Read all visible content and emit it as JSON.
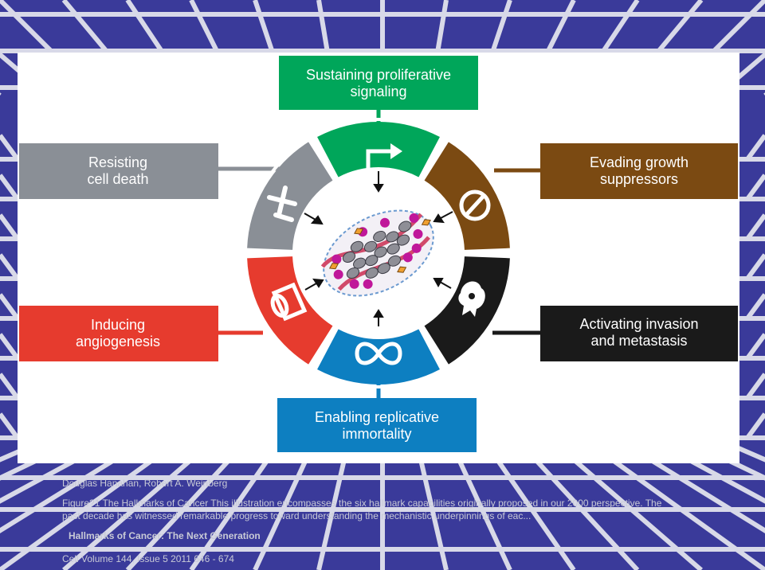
{
  "colors": {
    "slide_bg": "#3a3a9a",
    "grid": "#d8d9e8",
    "green": "#00a65a",
    "brown": "#7b4a12",
    "black": "#1a1a1a",
    "blue": "#0d7fc1",
    "red": "#e63b2e",
    "gray": "#8a8f96"
  },
  "hallmarks": [
    {
      "key": "proliferative",
      "line1": "Sustaining proliferative",
      "line2": "signaling",
      "color": "#00a65a",
      "icon": "arrow-up-right-icon"
    },
    {
      "key": "growth-suppressors",
      "line1": "Evading growth",
      "line2": "suppressors",
      "color": "#7b4a12",
      "icon": "prohibition-icon"
    },
    {
      "key": "invasion",
      "line1": "Activating invasion",
      "line2": "and metastasis",
      "color": "#1a1a1a",
      "icon": "cell-spread-icon"
    },
    {
      "key": "immortality",
      "line1": "Enabling replicative",
      "line2": "immortality",
      "color": "#0d7fc1",
      "icon": "infinity-icon"
    },
    {
      "key": "angiogenesis",
      "line1": "Inducing",
      "line2": "angiogenesis",
      "color": "#e63b2e",
      "icon": "vessel-icon"
    },
    {
      "key": "cell-death",
      "line1": "Resisting",
      "line2": "cell death",
      "color": "#8a8f96",
      "icon": "cross-icon"
    }
  ],
  "caption": {
    "authors": "Douglas Hanahan, Robert A. Weinberg",
    "figure": "Figure?1  The Hallmarks of Cancer  This illustration encompasses the six hallmark capabilities originally proposed in our 2000 perspective. The past decade has witnessed remarkable progress toward understanding the mechanistic underpinnings of eac...",
    "title": "Hallmarks of Cancer: The Next Generation",
    "journal": "Cell Volume 144, Issue 5 2011 646 - 674"
  }
}
